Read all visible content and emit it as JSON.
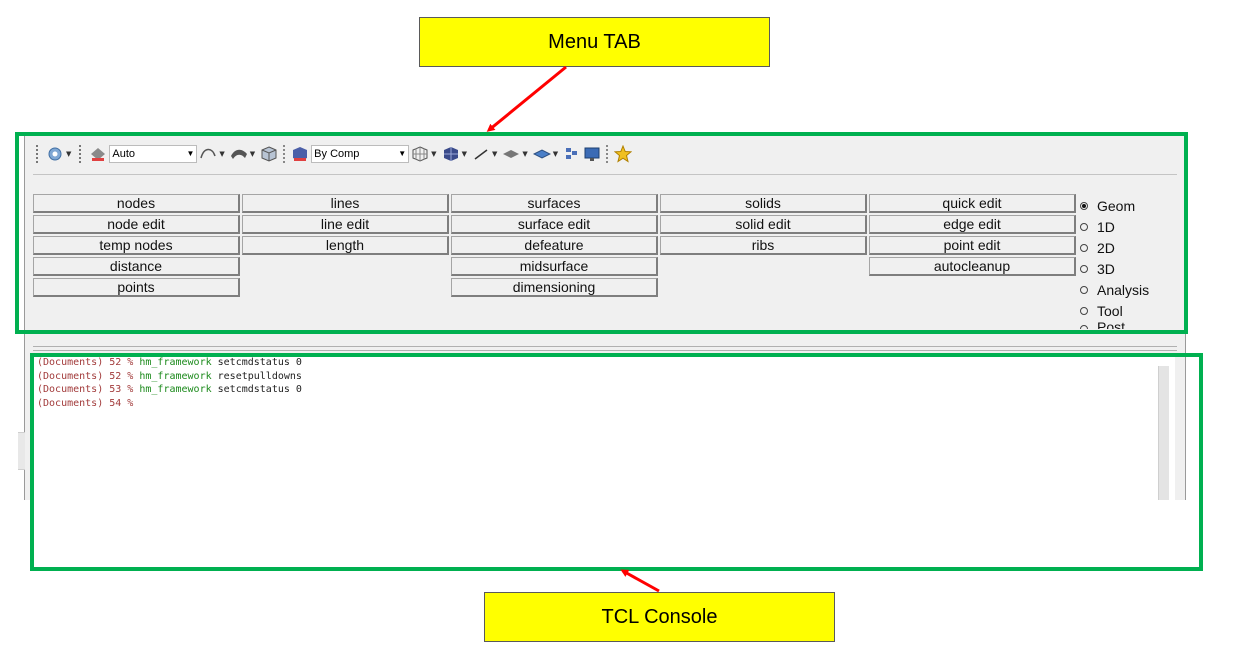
{
  "annotations": {
    "menu_tab": "Menu TAB",
    "tcl_console": "TCL Console",
    "highlight_color": "#00b050",
    "arrow_color": "#ff0000",
    "callout_color": "#ffff00"
  },
  "toolbar": {
    "display_mode": "Auto",
    "color_mode": "By Comp",
    "icons": [
      "view-icon",
      "display-auto-icon",
      "curve-icon",
      "surface-icon",
      "solid-box-icon",
      "by-comp-icon",
      "wireframe-icon",
      "shaded-icon",
      "line-icon",
      "plane-icon",
      "layer-icon",
      "elements-icon",
      "monitor-icon",
      "star-icon"
    ]
  },
  "panel": {
    "columns": [
      [
        "nodes",
        "node edit",
        "temp nodes",
        "distance",
        "points"
      ],
      [
        "lines",
        "line edit",
        "length"
      ],
      [
        "surfaces",
        "surface edit",
        "defeature",
        "midsurface",
        "dimensioning"
      ],
      [
        "solids",
        "solid edit",
        "ribs"
      ],
      [
        "quick edit",
        "edge edit",
        "point edit",
        "autocleanup"
      ]
    ],
    "radios": [
      "Geom",
      "1D",
      "2D",
      "3D",
      "Analysis",
      "Tool",
      "Post"
    ],
    "selected_radio": "Geom"
  },
  "console": {
    "lines": [
      {
        "prompt": "(Documents) 52 %",
        "cmd": "hm_framework",
        "arg": "setcmdstatus 0"
      },
      {
        "prompt": "(Documents) 52 %",
        "cmd": "hm_framework",
        "arg": "resetpulldowns"
      },
      {
        "prompt": "(Documents) 53 %",
        "cmd": "hm_framework",
        "arg": "setcmdstatus 0"
      },
      {
        "prompt": "(Documents) 54 %",
        "cmd": "",
        "arg": ""
      }
    ]
  }
}
